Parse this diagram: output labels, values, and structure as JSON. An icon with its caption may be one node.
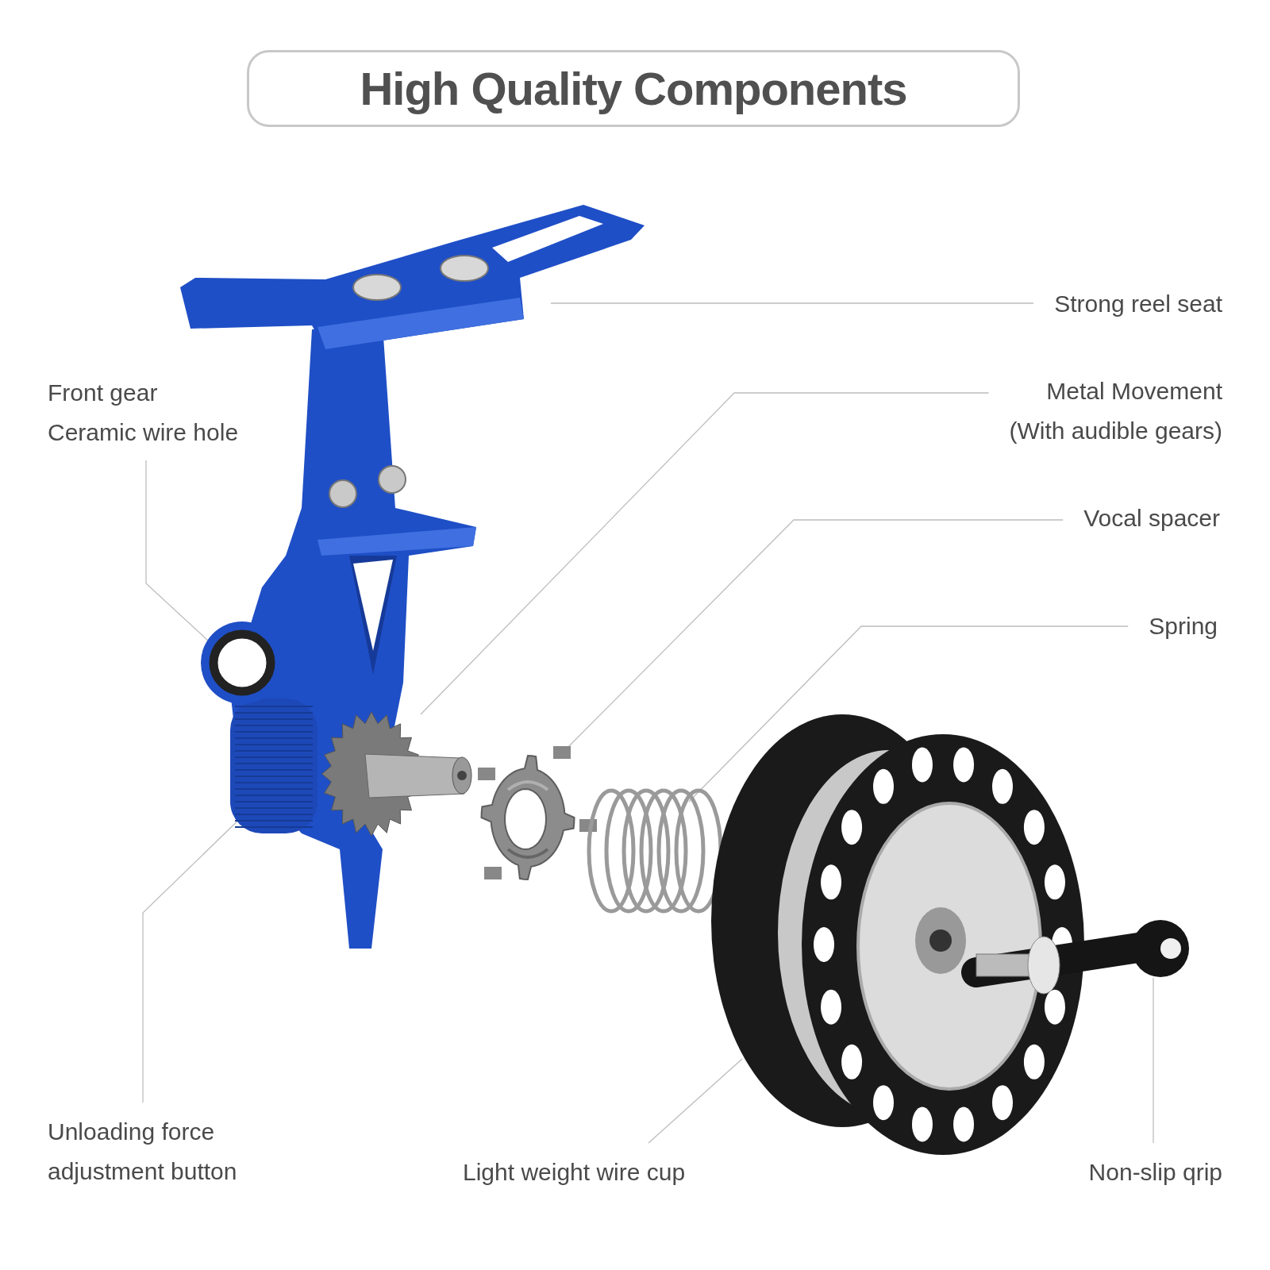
{
  "diagram": {
    "title": "High Quality Components",
    "nodes": [
      {
        "text": [
          "Strong reel seat"
        ]
      },
      {
        "text": [
          "Front gear",
          "Ceramic wire hole"
        ]
      },
      {
        "text": [
          "Metal Movement",
          "(With audible gears)"
        ]
      },
      {
        "text": [
          "Vocal spacer"
        ]
      },
      {
        "text": [
          "Spring"
        ]
      },
      {
        "text": [
          "Unloading force adjustment button"
        ]
      },
      {
        "text": [
          "Light weight wire cup"
        ]
      },
      {
        "text": [
          "Non-slip qrip"
        ]
      },
      {
        "text": [],
        "shape": "picture"
      },
      {
        "text": [],
        "shape": "picture"
      },
      {
        "text": [],
        "shape": "picture"
      },
      {
        "text": [],
        "shape": "picture"
      },
      {
        "text": [],
        "shape": "picture"
      },
      {
        "text": [],
        "shape": "picture"
      },
      {
        "text": [],
        "shape": "picture"
      },
      {
        "text": [],
        "shape": "picture"
      }
    ],
    "edges": [
      {
        "from": 0,
        "to": 8,
        "arrow": "none"
      },
      {
        "from": 1,
        "to": 9,
        "arrow": "none"
      },
      {
        "from": 2,
        "to": 10,
        "arrow": "none"
      },
      {
        "from": 3,
        "to": 11,
        "arrow": "none"
      },
      {
        "from": 4,
        "to": 12,
        "arrow": "none"
      },
      {
        "from": 5,
        "to": 15,
        "arrow": "none"
      },
      {
        "from": 6,
        "to": 13,
        "arrow": "none"
      },
      {
        "from": 7,
        "to": 14,
        "arrow": "none"
      }
    ]
  }
}
